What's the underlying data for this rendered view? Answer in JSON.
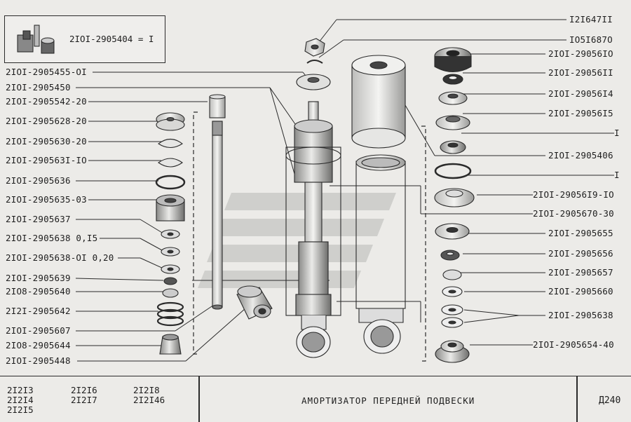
{
  "inset": {
    "text": "2IOI-2905404 = I"
  },
  "labels_left": [
    "2IOI-2905455-OI",
    "2IOI-2905450",
    "2IOI-2905542-20",
    "2IOI-2905628-20",
    "2IOI-2905630-20",
    "2IOI-290563I-IO",
    "2IOI-2905636",
    "2IOI-2905635-03",
    "2IOI-2905637",
    "2IOI-2905638 0,I5",
    "2IOI-2905638-OI 0,20",
    "2IOI-2905639",
    "2IO8-2905640",
    "2I2I-2905642",
    "2IOI-2905607",
    "2IO8-2905644",
    "2IOI-2905448"
  ],
  "labels_right": [
    "I2I647II",
    "IO5I687O",
    "2IOI-29056IO",
    "2IOI-29056II",
    "2IOI-29056I4",
    "2IOI-29056I5",
    "I",
    "2IOI-2905406",
    "I",
    "2IOI-29056I9-IO",
    "2IOI-2905670-30",
    "2IOI-2905655",
    "2IOI-2905656",
    "2IOI-2905657",
    "2IOI-2905660",
    "2IOI-2905638",
    "2IOI-2905654-40"
  ],
  "footer": {
    "models_col1": [
      "2I2I3",
      "2I2I4",
      "2I2I5"
    ],
    "models_col2": [
      "2I2I6",
      "2I2I7"
    ],
    "models_col3": [
      "2I2I8",
      "2I2I46"
    ],
    "title": "АМОРТИЗАТОР  ПЕРЕДНЕЙ  ПОДВЕСКИ",
    "page": "Д240"
  },
  "colors": {
    "line": "#2a2a2a",
    "paper": "#ecebe8",
    "watermark": "#c9c9c6"
  }
}
